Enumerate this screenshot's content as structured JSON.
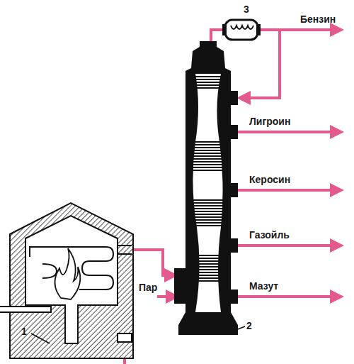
{
  "diagram": {
    "labels": [
      "3",
      "Бензин",
      "Лигроин",
      "Керосин",
      "Газойль",
      "Пар",
      "Мазут",
      "2",
      "1"
    ]
  }
}
